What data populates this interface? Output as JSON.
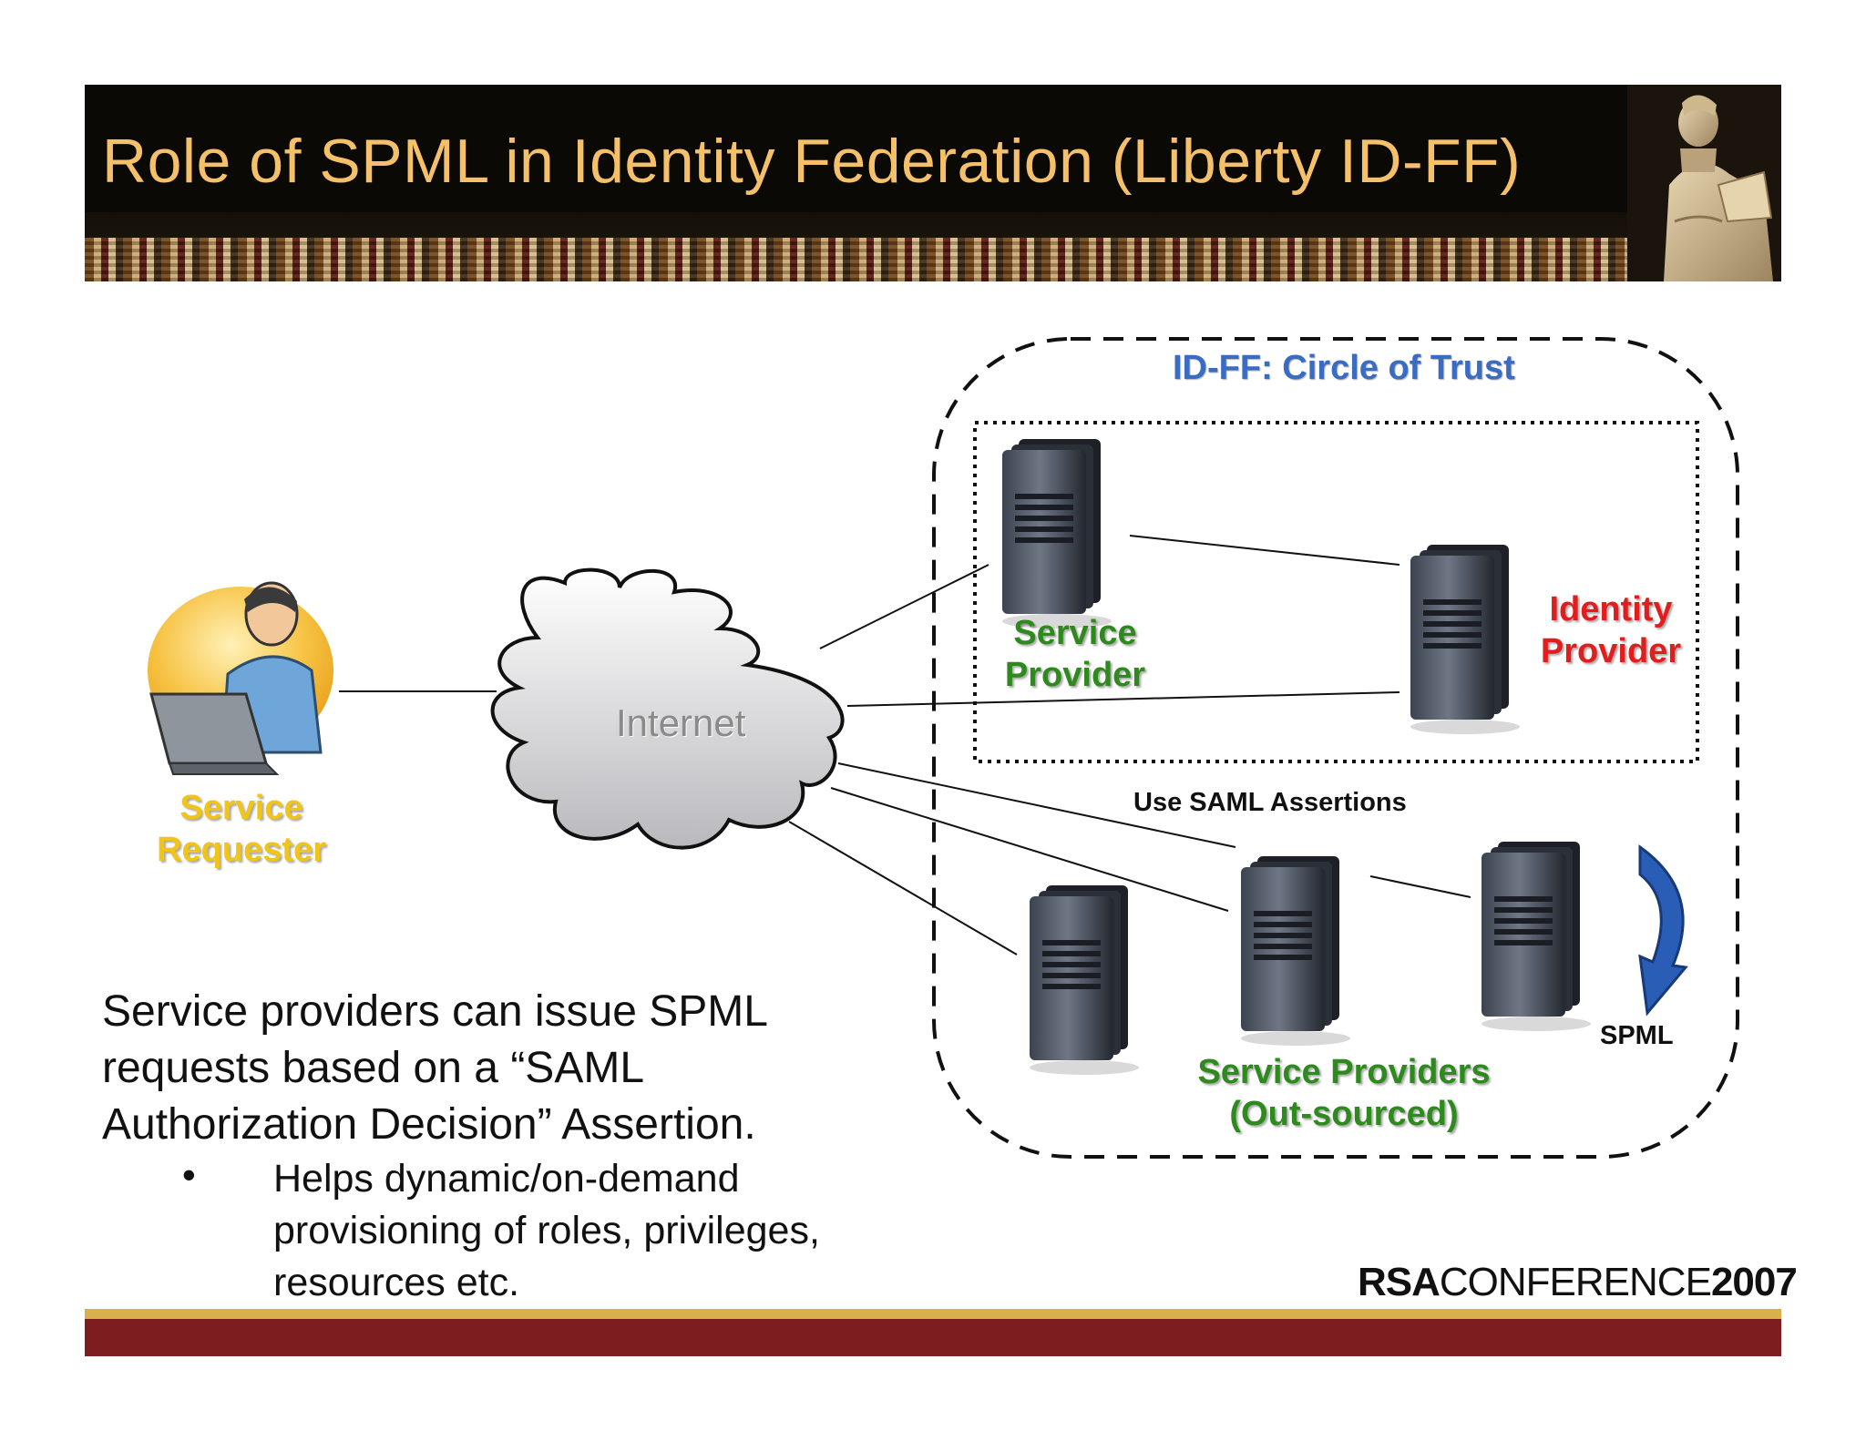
{
  "slide": {
    "title": "Role of SPML in Identity Federation (Liberty ID-FF)",
    "footer_logo_left": "RSA",
    "footer_logo_mid": "CONFERENCE",
    "footer_logo_year": "2007"
  },
  "diagram": {
    "circle_of_trust_label": "ID-FF: Circle of Trust",
    "service_provider_line1": "Service",
    "service_provider_line2": "Provider",
    "identity_provider_line1": "Identity",
    "identity_provider_line2": "Provider",
    "service_requester_line1": "Service",
    "service_requester_line2": "Requester",
    "internet_label": "Internet",
    "saml_label": "Use SAML Assertions",
    "outsourced_line1": "Service Providers",
    "outsourced_line2": "(Out-sourced)",
    "spml_label": "SPML"
  },
  "content": {
    "main_text": "Service providers can issue SPML requests based on a “SAML Authorization Decision” Assertion.",
    "bullet_symbol": "•",
    "bullet_text": "Helps dynamic/on-demand provisioning of roles, privileges, resources etc."
  },
  "colors": {
    "title": "#f5c06a",
    "green_label": "#2f8a1e",
    "red_label": "#e21d1d",
    "blue_label": "#3a6cc2",
    "yellow_label": "#f0c419",
    "footer_red": "#7d1d1f",
    "footer_gold": "#d9b04a"
  },
  "icons": [
    "person-laptop-icon",
    "cloud-icon",
    "server-icon",
    "curved-arrow-icon",
    "statue-image"
  ]
}
